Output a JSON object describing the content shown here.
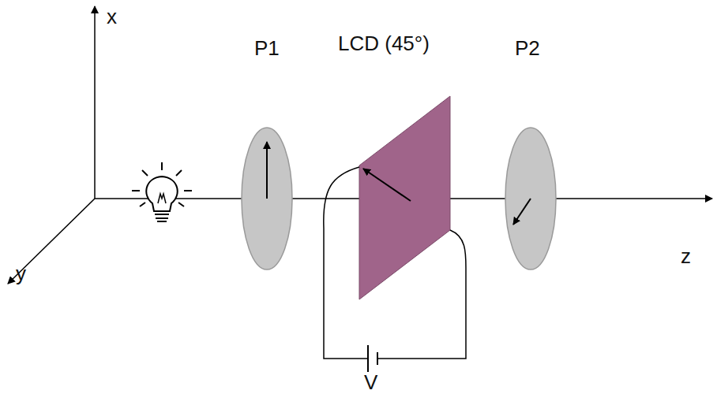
{
  "diagram": {
    "labels": [
      "x",
      "y",
      "z",
      "P1",
      "LCD (45°)",
      "P2",
      "V"
    ]
  }
}
